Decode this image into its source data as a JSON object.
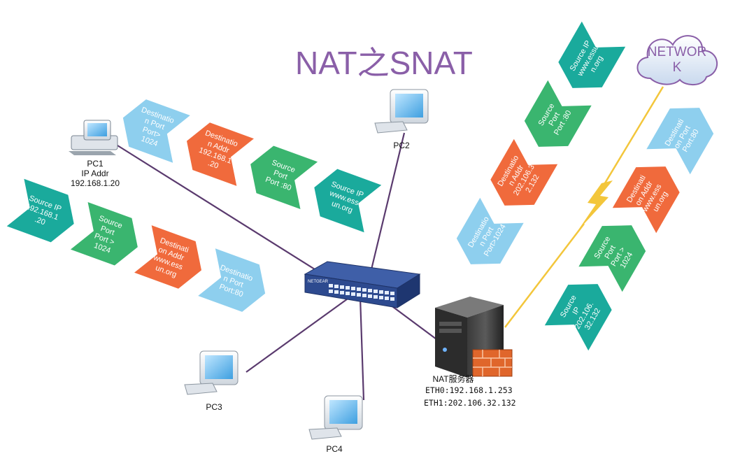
{
  "title": "NAT之SNAT",
  "colors": {
    "title": "#8a5fa8",
    "lightblue": "#8ecfee",
    "green": "#3ab56f",
    "orange": "#f06a3c",
    "teal": "#1aaa9c",
    "link": "#5a3a6e",
    "bolt": "#f3c63b"
  },
  "devices": {
    "pc1": {
      "name": "PC1",
      "ip_label": "IP Addr",
      "ip": "192.168.1.20"
    },
    "pc2": {
      "name": "PC2"
    },
    "pc3": {
      "name": "PC3"
    },
    "pc4": {
      "name": "PC4"
    },
    "switch": {
      "brand": "NETGEAR"
    },
    "server": {
      "name": "NAT服务器",
      "eth0": "ETH0:192.168.1.253",
      "eth1": "ETH1:202.106.32.132"
    },
    "cloud": {
      "line1": "NETWOR",
      "line2": "K"
    }
  },
  "packets": {
    "pc1_outbound": [
      {
        "lines": [
          "Source IP",
          "192.168.1",
          ".20"
        ]
      },
      {
        "lines": [
          "Source",
          "Port",
          "Port >",
          "1024"
        ]
      },
      {
        "lines": [
          "Destinati",
          "on Addr",
          "www.ess",
          "un.org"
        ]
      },
      {
        "lines": [
          "Destinatio",
          "n Port",
          "Port:80"
        ]
      }
    ],
    "pc1_inbound": [
      {
        "lines": [
          "Source IP",
          "www.ess",
          "un.org"
        ]
      },
      {
        "lines": [
          "Source",
          "Port",
          "Port :80"
        ]
      },
      {
        "lines": [
          "Destinatio",
          "n Addr",
          "192.168.1",
          ".20"
        ]
      },
      {
        "lines": [
          "Destinatio",
          "n Port",
          "Port>",
          "1024"
        ]
      }
    ],
    "wan_inbound": [
      {
        "lines": [
          "Source IP",
          "www.essu",
          "n.org"
        ]
      },
      {
        "lines": [
          "Source",
          "Port",
          "Port :80"
        ]
      },
      {
        "lines": [
          "Destinatio",
          "n Addr",
          "202.106.3",
          "2.132"
        ]
      },
      {
        "lines": [
          "Destinatio",
          "n Port",
          "Port>1024"
        ]
      }
    ],
    "wan_outbound": [
      {
        "lines": [
          "Source",
          "IP",
          "202.106.",
          "32.132"
        ]
      },
      {
        "lines": [
          "Source",
          "Port",
          "Port >",
          "1024"
        ]
      },
      {
        "lines": [
          "Destinati",
          "on Addr",
          "www.ess",
          "un.org"
        ]
      },
      {
        "lines": [
          "Destinati",
          "on Port",
          "Port:80"
        ]
      }
    ]
  }
}
